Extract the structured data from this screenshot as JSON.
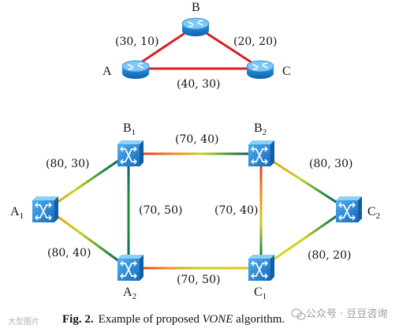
{
  "colors": {
    "top_link": "#d62027",
    "router_body": "#1e88d8",
    "router_top": "#7cc7f5",
    "switch_face": "#2b8fe0",
    "gradient_stops": [
      "#1a3a8a",
      "#1e8a3a",
      "#c8d21e",
      "#f08a1e"
    ]
  },
  "top_network": {
    "nodes": [
      {
        "id": "A",
        "label": "A"
      },
      {
        "id": "B",
        "label": "B"
      },
      {
        "id": "C",
        "label": "C"
      }
    ],
    "links": [
      {
        "id": "A-B",
        "label": "(30, 10)"
      },
      {
        "id": "B-C",
        "label": "(20, 20)"
      },
      {
        "id": "A-C",
        "label": "(40, 30)"
      }
    ]
  },
  "bottom_network": {
    "nodes": [
      {
        "id": "A1",
        "base": "A",
        "sub": "1"
      },
      {
        "id": "B1",
        "base": "B",
        "sub": "1"
      },
      {
        "id": "B2",
        "base": "B",
        "sub": "2"
      },
      {
        "id": "A2",
        "base": "A",
        "sub": "2"
      },
      {
        "id": "C1",
        "base": "C",
        "sub": "1"
      },
      {
        "id": "C2",
        "base": "C",
        "sub": "2"
      }
    ],
    "links": [
      {
        "id": "A1-B1",
        "label": "(80, 30)"
      },
      {
        "id": "B1-B2",
        "label": "(70, 40)"
      },
      {
        "id": "B2-C2",
        "label": "(80, 30)"
      },
      {
        "id": "A1-A2",
        "label": "(80, 40)"
      },
      {
        "id": "B1-A2",
        "label": "(70, 50)"
      },
      {
        "id": "B2-C1",
        "label": "(70, 40)"
      },
      {
        "id": "A2-C1",
        "label": "(70, 50)"
      },
      {
        "id": "C1-C2",
        "label": "(80, 20)"
      }
    ]
  },
  "caption": {
    "prefix": "Fig. 2.",
    "text_before": "Example of proposed ",
    "emphasis": "VONE",
    "text_after": " algorithm."
  },
  "watermark": {
    "left": "大型图片",
    "right": "公众号 · 豆豆咨询"
  }
}
